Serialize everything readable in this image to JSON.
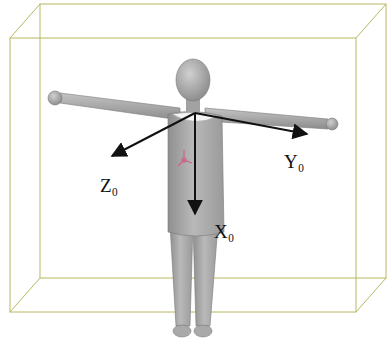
{
  "diagram": {
    "labels": [
      "Z₀",
      "Y₀",
      "X₀"
    ]
  }
}
